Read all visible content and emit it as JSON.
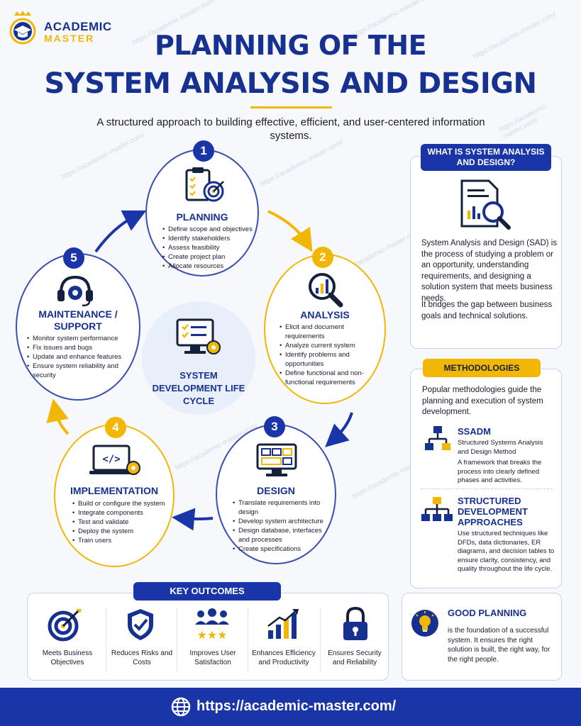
{
  "brand": {
    "line1": "ACADEMIC",
    "line2": "MASTER"
  },
  "title": {
    "line1": "PLANNING OF THE",
    "line2": "SYSTEM ANALYSIS AND DESIGN"
  },
  "subtitle": "A structured approach to building effective, efficient, and user-centered information systems.",
  "watermark": "https://academic-master.com/",
  "cycle": {
    "center_label": "SYSTEM DEVELOPMENT LIFE CYCLE",
    "stages": [
      {
        "number": "1",
        "title": "PLANNING",
        "icon": "clipboard-target-icon",
        "items": [
          "Define scope and objectives",
          "Identify stakeholders",
          "Assess feasibility",
          "Create project plan",
          "Allocate resources"
        ]
      },
      {
        "number": "2",
        "title": "ANALYSIS",
        "icon": "magnifier-chart-icon",
        "items": [
          "Elicit and document requirements",
          "Analyze current system",
          "Identify problems and opportunities",
          "Define functional and non-functional requirements"
        ]
      },
      {
        "number": "3",
        "title": "DESIGN",
        "icon": "monitor-layout-icon",
        "items": [
          "Translate requirements into design",
          "Develop system architecture",
          "Design database, interfaces and processes",
          "Create specifications"
        ]
      },
      {
        "number": "4",
        "title": "IMPLEMENTATION",
        "icon": "laptop-code-icon",
        "items": [
          "Build or configure the system",
          "Integrate components",
          "Test and validate",
          "Deploy the system",
          "Train users"
        ]
      },
      {
        "number": "5",
        "title": "MAINTENANCE / SUPPORT",
        "icon": "headset-gear-icon",
        "items": [
          "Monitor system performance",
          "Fix issues and bugs",
          "Update and enhance features",
          "Ensure system reliability and security"
        ]
      }
    ]
  },
  "what_is": {
    "heading": "WHAT IS SYSTEM ANALYSIS AND DESIGN?",
    "para1": "System Analysis and Design (SAD) is the process of studying a problem or an opportunity, understanding requirements, and designing a solution system that meets business needs.",
    "para2": "It bridges the gap between business goals and technical solutions."
  },
  "methodologies": {
    "heading": "METHODOLOGIES",
    "intro": "Popular methodologies guide the planning and execution of system development.",
    "items": [
      {
        "name": "SSADM",
        "desc1": "Structured Systems Analysis and Design Method",
        "desc2": "A framework that breaks the process into clearly defined phases and activities."
      },
      {
        "name": "STRUCTURED DEVELOPMENT APPROACHES",
        "desc1": "Use structured techniques like DFDs, data dictionaries, ER diagrams, and decision tables to ensure clarity, consistency, and quality throughout the life cycle.",
        "desc2": ""
      }
    ]
  },
  "key_outcomes": {
    "heading": "KEY OUTCOMES",
    "items": [
      {
        "label": "Meets Business Objectives",
        "icon": "target-icon"
      },
      {
        "label": "Reduces Risks and Costs",
        "icon": "shield-check-icon"
      },
      {
        "label": "Improves User Satisfaction",
        "icon": "users-stars-icon"
      },
      {
        "label": "Enhances Efficiency and Productivity",
        "icon": "growth-chart-icon"
      },
      {
        "label": "Ensures Security and Reliability",
        "icon": "padlock-icon"
      }
    ]
  },
  "good_planning": {
    "heading": "GOOD PLANNING",
    "text": "is the foundation of a successful system. It ensures the right solution is built, the right way, for the right people."
  },
  "footer": {
    "url": "https://academic-master.com/"
  },
  "colors": {
    "primary": "#1a35a8",
    "accent": "#f2b705",
    "background": "#f6f8fc"
  }
}
